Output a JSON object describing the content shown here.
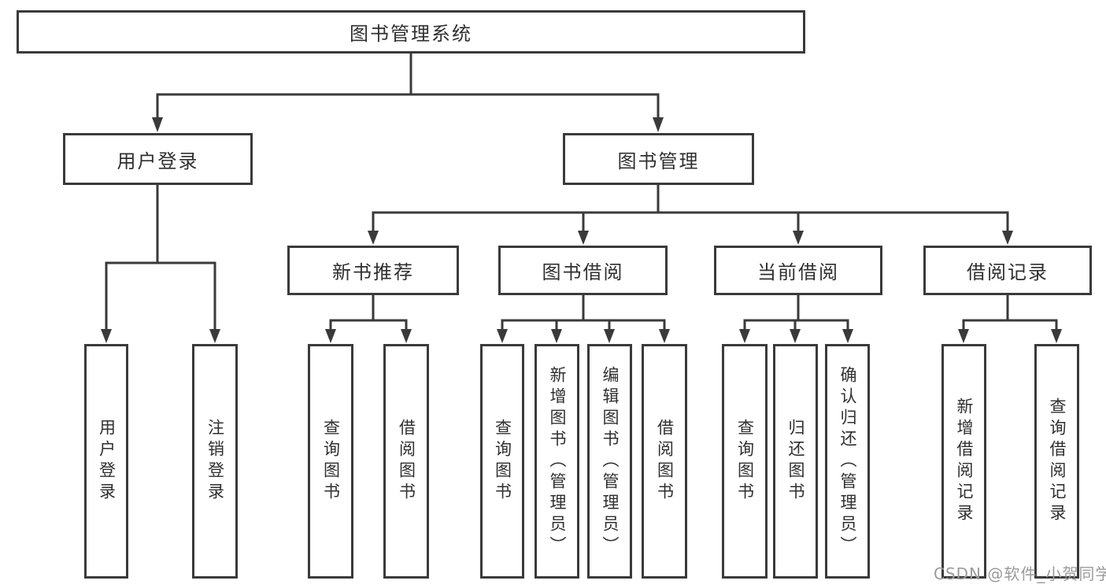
{
  "colors": {
    "line": "#3a3a3a",
    "box_bg": "#ffffff",
    "text": "#2f2f2f",
    "watermark": "#9b9b9b"
  },
  "nodes": {
    "root": "图书管理系统",
    "user_login_branch": "用户登录",
    "book_management": "图书管理",
    "new_book_recommend": "新书推荐",
    "book_borrowing": "图书借阅",
    "current_borrowing": "当前借阅",
    "borrowing_records": "借阅记录",
    "leaf_user_login": "用户登录",
    "leaf_logout": "注销登录",
    "leaf_query_books_recommend": "查询图书",
    "leaf_borrow_books_recommend": "借阅图书",
    "leaf_query_books_borrowing": "查询图书",
    "leaf_add_books_admin": "新增图书（管理员）",
    "leaf_edit_books_admin": "编辑图书（管理员）",
    "leaf_borrow_books_borrowing": "借阅图书",
    "leaf_query_books_current": "查询图书",
    "leaf_return_books": "归还图书",
    "leaf_confirm_return_admin": "确认归还（管理员）",
    "leaf_add_borrow_record": "新增借阅记录",
    "leaf_query_borrow_record": "查询借阅记录"
  },
  "watermark": {
    "text": "CSDN @软件_小贺同学"
  }
}
